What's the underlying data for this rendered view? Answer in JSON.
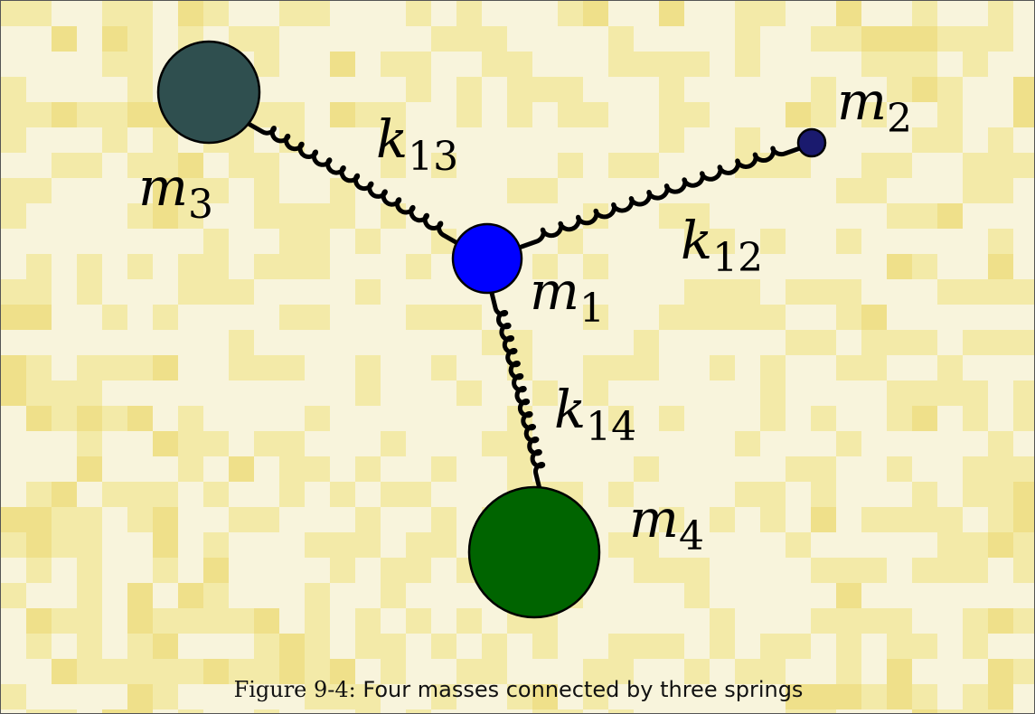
{
  "masses": [
    {
      "id": "m1",
      "symbol": "m",
      "subscript": "1",
      "color": "#0000ff"
    },
    {
      "id": "m2",
      "symbol": "m",
      "subscript": "2",
      "color": "#1a1a6e"
    },
    {
      "id": "m3",
      "symbol": "m",
      "subscript": "3",
      "color": "#2f4f4f"
    },
    {
      "id": "m4",
      "symbol": "m",
      "subscript": "4",
      "color": "#006400"
    }
  ],
  "springs": [
    {
      "id": "k12",
      "symbol": "k",
      "subscript": "12"
    },
    {
      "id": "k13",
      "symbol": "k",
      "subscript": "13"
    },
    {
      "id": "k14",
      "symbol": "k",
      "subscript": "14"
    }
  ],
  "caption": {
    "label": "Figure 9-4:",
    "text": "Four masses connected by three springs"
  },
  "colors": {
    "background_light": "#f8f4dc",
    "background_mid": "#f3eaa8",
    "background_dark": "#efe08a",
    "spring": "#000000"
  }
}
